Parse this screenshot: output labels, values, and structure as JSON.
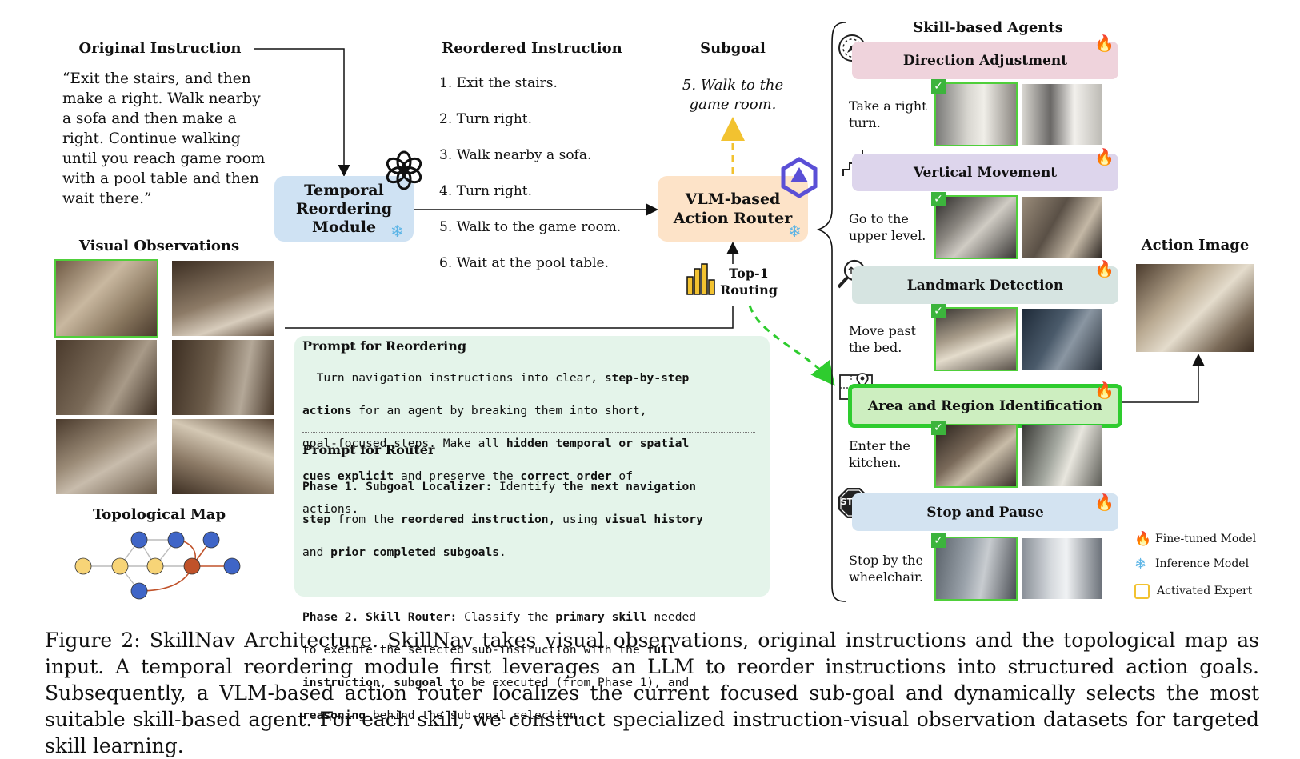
{
  "original_instruction": {
    "title": "Original Instruction",
    "lines": [
      "“Exit the stairs, and then",
      "make a right. Walk nearby",
      "a sofa and then make a",
      "right. Continue walking",
      "until you reach game room",
      "with a pool table and then",
      "wait there.”"
    ]
  },
  "temporal_module": {
    "line1": "Temporal",
    "line2": "Reordering",
    "line3": "Module"
  },
  "reordered": {
    "title": "Reordered Instruction",
    "items": [
      "1. Exit the stairs.",
      "2. Turn right.",
      "3. Walk nearby a sofa.",
      "4. Turn right.",
      "5. Walk to the game room.",
      "6. Wait at the pool table."
    ]
  },
  "subgoal": {
    "title": "Subgoal",
    "line1": "5. Walk to the",
    "line2": "game room."
  },
  "router": {
    "line1": "VLM-based",
    "line2": "Action Router"
  },
  "routing": {
    "line1": "Top-1",
    "line2": "Routing"
  },
  "visual_observations": {
    "title": "Visual Observations"
  },
  "topological_map": {
    "title": "Topological Map"
  },
  "prompt_reordering": {
    "title": "Prompt for Reordering",
    "l1a": "  Turn navigation instructions into clear, ",
    "l1b": "step-by-step",
    "l2a": "actions",
    "l2b": " for an agent by breaking them into short,",
    "l3a": "goal-focused steps. Make all ",
    "l3b": "hidden temporal or spatial",
    "l4a": "cues explicit",
    "l4b": " and preserve the ",
    "l4c": "correct order",
    "l4d": " of",
    "l5": "actions."
  },
  "prompt_router": {
    "title": "Prompt for Router",
    "p1a": "Phase 1. Subgoal Localizer:",
    "p1b": " Identify ",
    "p1c": "the next navigation",
    "p2a": "step",
    "p2b": " from the ",
    "p2c": "reordered instruction",
    "p2d": ", using ",
    "p2e": "visual history",
    "p3a": "and ",
    "p3b": "prior completed subgoals",
    "p3c": ".",
    "p4a": "Phase 2. Skill Router:",
    "p4b": " Classify the ",
    "p4c": "primary skill",
    "p4d": " needed",
    "p5a": "to execute the selected sub-instruction with the ",
    "p5b": "full",
    "p6a": "instruction",
    "p6b": ", ",
    "p6c": "subgoal",
    "p6d": " to be executed (from Phase 1), and",
    "p7a": "reasoning",
    "p7b": " behind the sub-goal selection."
  },
  "skills": {
    "title": "Skill-based Agents",
    "direction": {
      "name": "Direction Adjustment",
      "d1": "Take a right",
      "d2": "turn."
    },
    "vertical": {
      "name": "Vertical Movement",
      "d1": "Go to the",
      "d2": "upper level."
    },
    "landmark": {
      "name": "Landmark Detection",
      "d1": "Move past",
      "d2": "the bed."
    },
    "area": {
      "name": "Area and Region Identification",
      "d1": "Enter the",
      "d2": "kitchen."
    },
    "stop": {
      "name": "Stop and Pause",
      "d1": "Stop by the",
      "d2": "wheelchair.",
      "sign": "STOP"
    }
  },
  "action_image": {
    "title": "Action Image"
  },
  "legend": {
    "finetuned": "Fine-tuned Model",
    "inference": "Inference Model",
    "activated": "Activated Expert"
  },
  "caption": "Figure 2: SkillNav Architecture. SkillNav takes visual observations, original instructions and the topological map as input. A temporal reordering module first leverages an LLM to reorder instructions into structured action goals. Subsequently, a VLM-based action router localizes the current focused sub-goal and dynamically selects the most suitable skill-based agent. For each skill, we construct specialized instruction-visual observation datasets for targeted skill learning.",
  "colors": {
    "temporal_box": "#cfe2f3",
    "router_box": "#fde3c8",
    "prompt_bg": "#e4f4ea",
    "direction": "#efd3dc",
    "vertical": "#ddd5ec",
    "landmark": "#d6e4e1",
    "area": "#cdeec0",
    "stop": "#d3e3f1",
    "activated": "#2ecc2e",
    "subgoal_arrow": "#f2c230"
  }
}
